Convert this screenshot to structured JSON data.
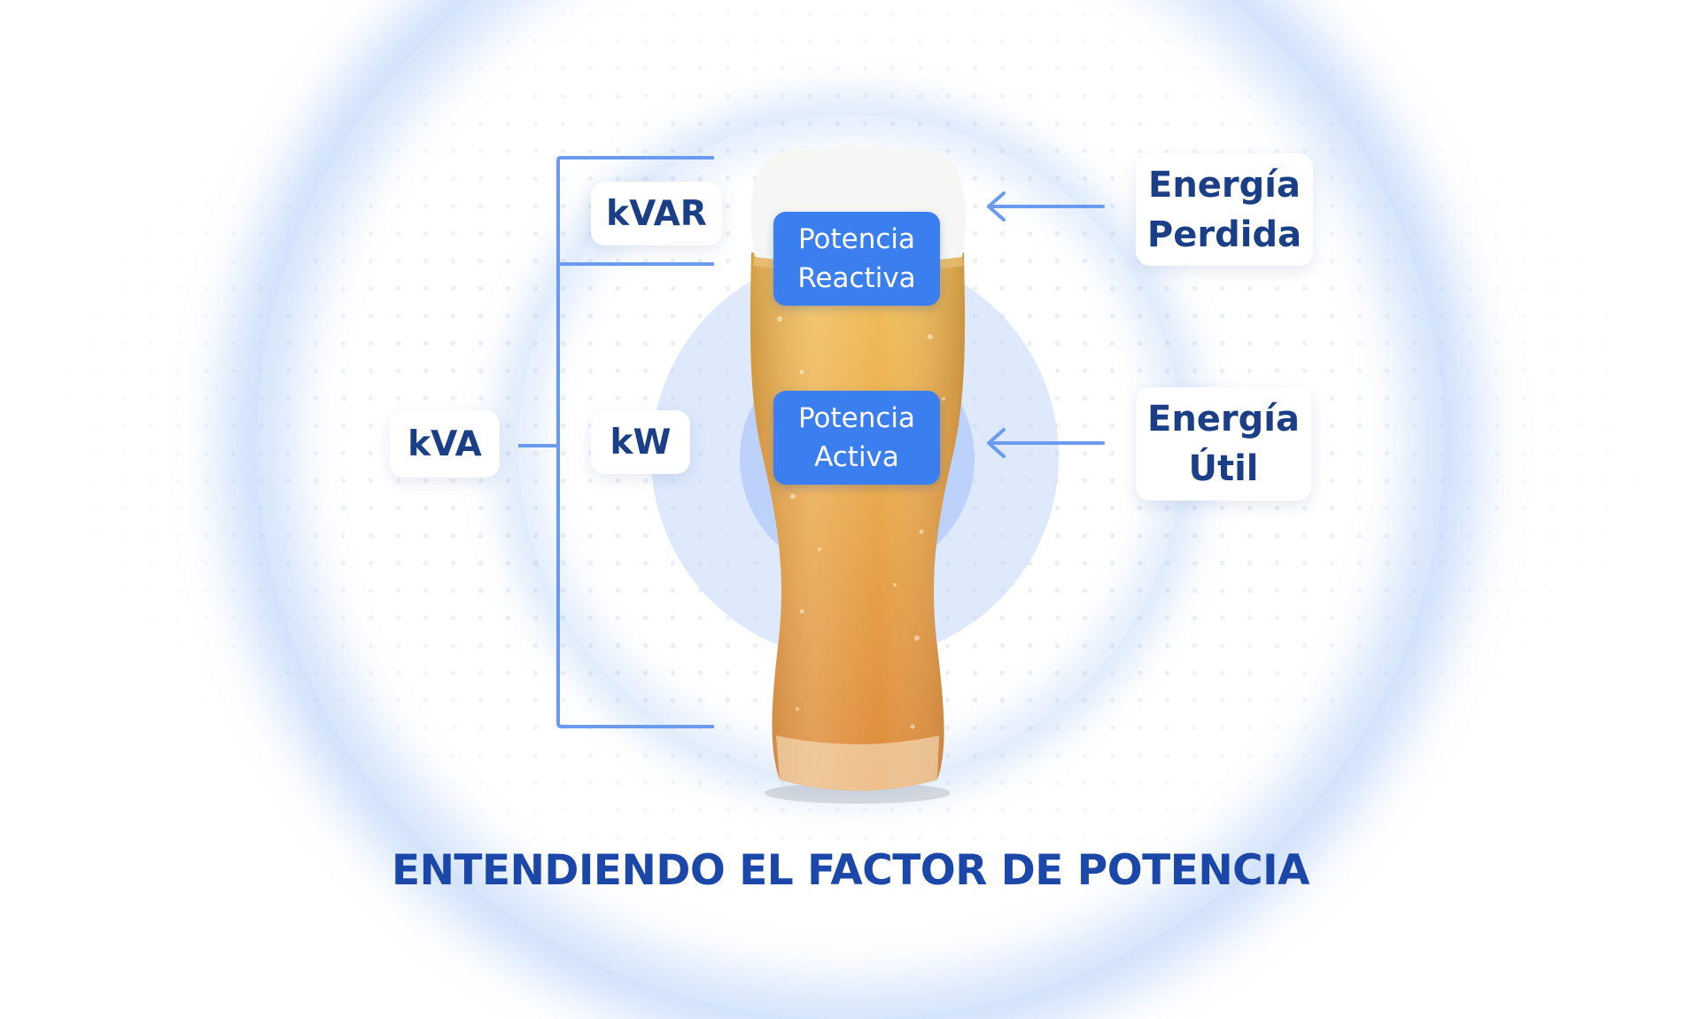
{
  "labels": {
    "kva": "kVA",
    "kvar": "kVAR",
    "kw": "kW"
  },
  "glass_labels": {
    "reactive": [
      "Potencia",
      "Reactiva"
    ],
    "active": [
      "Potencia",
      "Activa"
    ]
  },
  "side_labels": {
    "lost": [
      "Energía",
      "Perdida"
    ],
    "useful": [
      "Energía",
      "Útil"
    ]
  },
  "title": "ENTENDIENDO EL FACTOR DE POTENCIA",
  "colors": {
    "accent": "#3a7ef0",
    "text_dark": "#1b3f86",
    "title": "#1a47a8",
    "connector": "#6b9bef",
    "beer": "#e8a44a",
    "foam": "#f6f6f4"
  },
  "illustration": "beer-glass"
}
